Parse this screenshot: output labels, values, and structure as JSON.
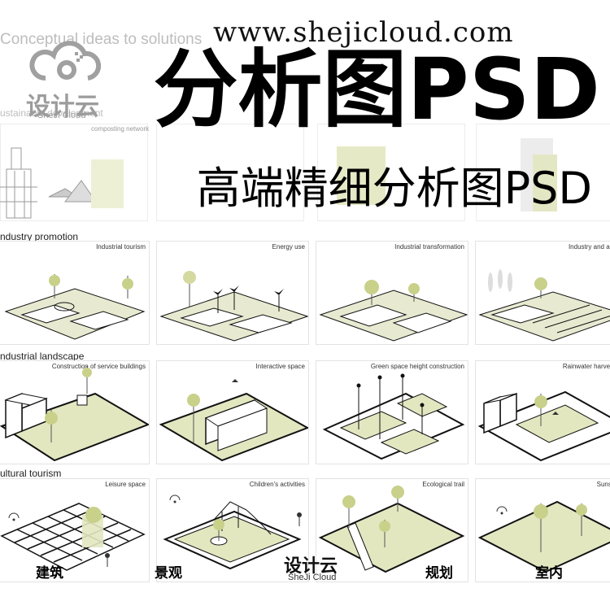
{
  "top": {
    "url": "www.shejicloud.com",
    "conceptual_heading": "Conceptual ideas to solutions",
    "sustainable_label": "ustainable development",
    "composting_label": "composting network"
  },
  "logo": {
    "name": "设计云",
    "sub": "SheJi Cloud"
  },
  "titles": {
    "main": "分析图PSD",
    "sub": "高端精细分析图PSD"
  },
  "sections": [
    {
      "title": "ndustry promotion",
      "panels": [
        "Industrial tourism",
        "Energy use",
        "Industrial transformation",
        "Industry and agricu"
      ]
    },
    {
      "title": "ndustrial landscape",
      "panels": [
        "Construction of service buildings",
        "Interactive space",
        "Green space height construction",
        "Rainwater harvesting"
      ]
    },
    {
      "title": "ultural tourism",
      "panels": [
        "Leisure space",
        "Children's activities",
        "Ecological trail",
        "Sunshine"
      ]
    }
  ],
  "categories": [
    "建筑",
    "景观",
    "规划",
    "室内"
  ],
  "bottom_logo": {
    "name": "设计云",
    "sub": "SheJi Cloud"
  },
  "colors": {
    "green": "#d7dca6",
    "line": "#111111"
  }
}
